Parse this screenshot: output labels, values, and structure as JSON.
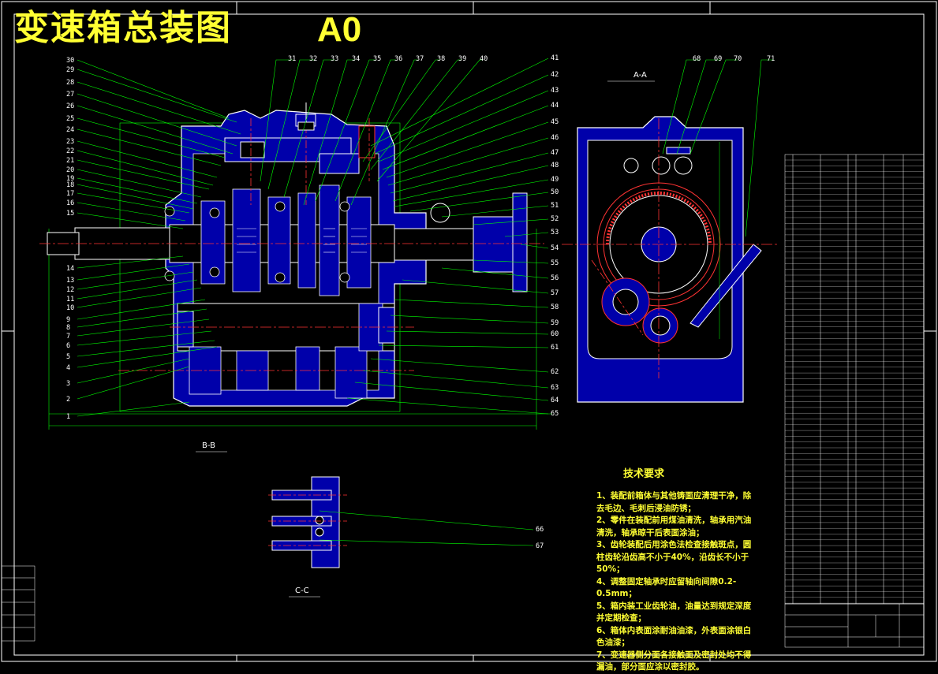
{
  "title": {
    "text": "变速箱总装图",
    "sheet_size": "A0"
  },
  "views": {
    "section_aa": "A-A",
    "section_bb": "B-B",
    "section_cc": "C-C"
  },
  "left_labels": [
    "30",
    "29",
    "28",
    "27",
    "26",
    "25",
    "24",
    "23",
    "22",
    "21",
    "20",
    "19",
    "18",
    "17",
    "16",
    "15",
    "14",
    "13",
    "12",
    "11",
    "10",
    "9",
    "8",
    "7",
    "6",
    "5",
    "4",
    "3",
    "2",
    "1"
  ],
  "top_labels": [
    "31",
    "32",
    "33",
    "34",
    "35",
    "36",
    "37",
    "38",
    "39",
    "40"
  ],
  "right_labels": [
    "41",
    "42",
    "43",
    "44",
    "45",
    "46",
    "47",
    "48",
    "49",
    "50",
    "51",
    "52",
    "53",
    "54",
    "55",
    "56",
    "57",
    "58",
    "59",
    "60",
    "61",
    "62",
    "63",
    "64",
    "65"
  ],
  "aa_labels": [
    "68",
    "69",
    "70",
    "71"
  ],
  "cc_labels": [
    "66",
    "67"
  ],
  "requirements": {
    "title": "技术要求",
    "items": [
      "1、装配前箱体与其他铸面应清理干净，除去毛边、毛刺后浸油防锈；",
      "2、零件在装配前用煤油清洗，轴承用汽油清洗，轴承晾干后表面涂油；",
      "3、齿轮装配后用涂色法检查接触斑点，圆柱齿轮沿齿高不小于40%，沿齿长不小于50%；",
      "4、调整固定轴承时应留轴向间隙0.2-0.5mm；",
      "5、箱内装工业齿轮油，油量达到规定深度并定期检查；",
      "6、箱体内表面涂耐油油漆，外表面涂银白色油漆；",
      "7、变速器侧分面各接触面及密封处均不得漏油，部分面应涂以密封胶。"
    ]
  },
  "colors": {
    "background": "#000000",
    "title": "#ffff33",
    "leader": "#00ff00",
    "outline": "#ffffff",
    "fill": "#0000aa",
    "center": "#ff0000",
    "frame": "#ffffff"
  }
}
